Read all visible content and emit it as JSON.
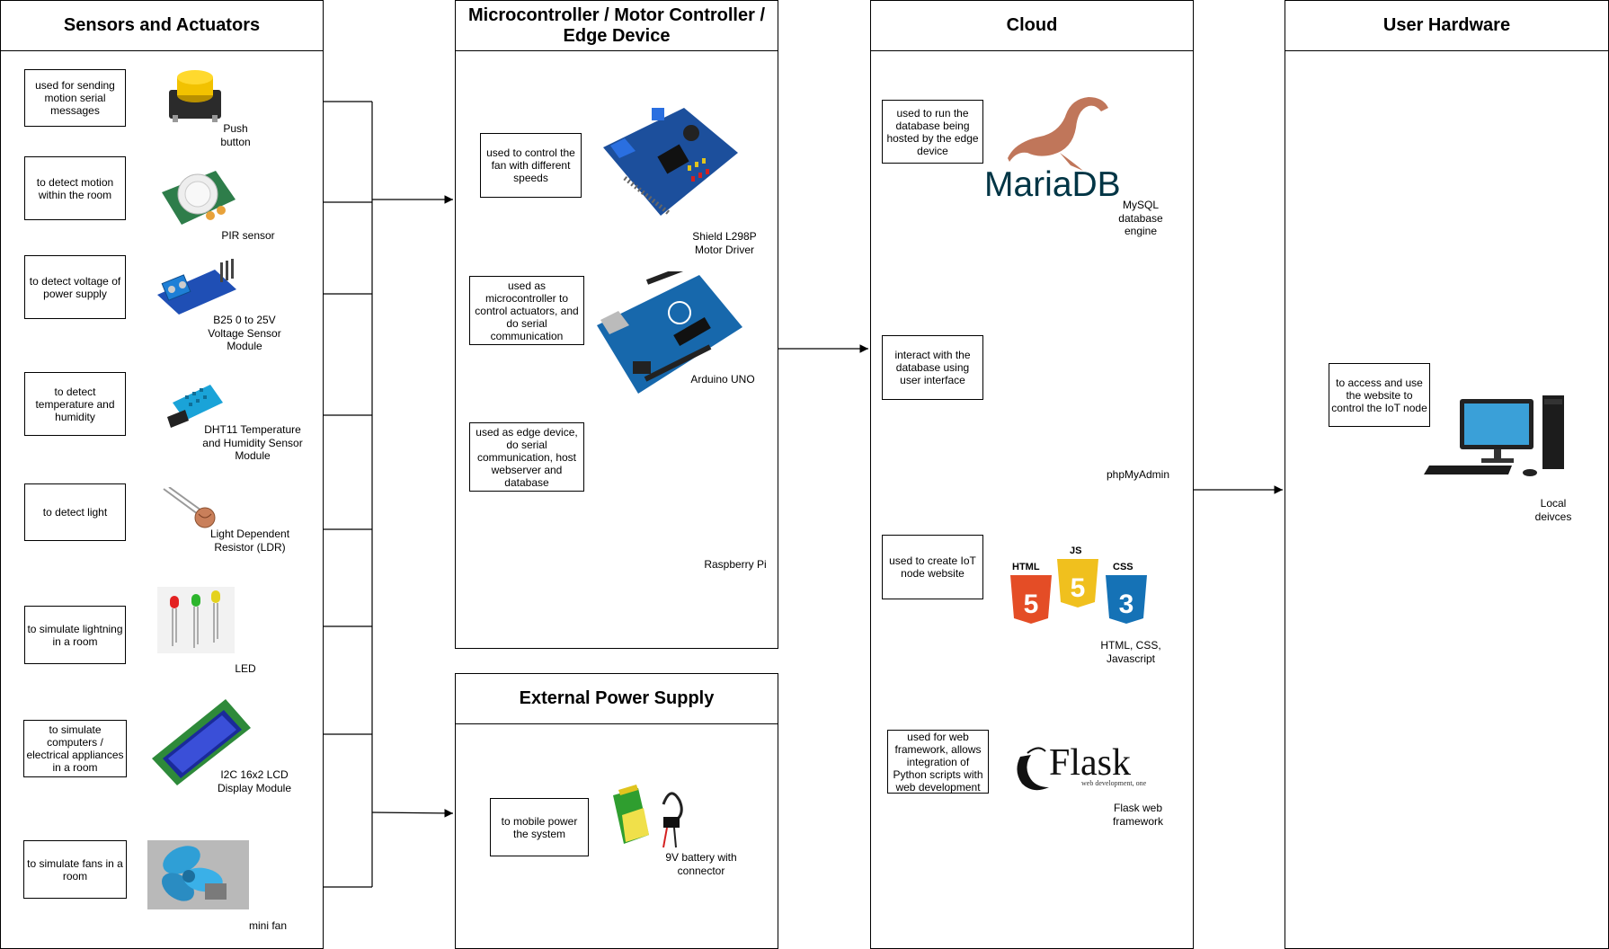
{
  "columns": {
    "sensors": "Sensors and Actuators",
    "micro": "Microcontroller / Motor Controller / Edge Device",
    "power": "External Power Supply",
    "cloud": "Cloud",
    "user": "User Hardware"
  },
  "sensors": [
    {
      "note": "used for sending motion serial messages",
      "caption": "Push button",
      "icon": "push-button-icon"
    },
    {
      "note": "to detect motion within the room",
      "caption": "PIR sensor",
      "icon": "pir-sensor-icon"
    },
    {
      "note": "to detect voltage of power supply",
      "caption": "B25 0 to 25V Voltage Sensor Module",
      "icon": "voltage-sensor-icon"
    },
    {
      "note": "to detect temperature and humidity",
      "caption": "DHT11 Temperature and Humidity Sensor Module",
      "icon": "dht11-icon"
    },
    {
      "note": "to detect light",
      "caption": "Light Dependent Resistor (LDR)",
      "icon": "ldr-icon"
    },
    {
      "note": "to simulate lightning in a room",
      "caption": "LED",
      "icon": "led-icon"
    },
    {
      "note": "to simulate computers / electrical appliances in a room",
      "caption": "I2C 16x2 LCD Display Module",
      "icon": "lcd-icon"
    },
    {
      "note": "to simulate fans in a room",
      "caption": "mini fan",
      "icon": "fan-icon"
    }
  ],
  "micro": [
    {
      "note": "used to control the fan with different speeds",
      "caption": "Shield L298P Motor Driver",
      "icon": "motor-shield-icon"
    },
    {
      "note": "used as microcontroller to control actuators, and do serial communication",
      "caption": "Arduino UNO",
      "icon": "arduino-icon"
    },
    {
      "note": "used as edge device, do serial communication, host webserver and database",
      "caption": "Raspberry Pi",
      "icon": "raspberry-pi-icon"
    }
  ],
  "power": {
    "note": "to mobile power the system",
    "caption": "9V battery with connector",
    "icon": "battery-icon"
  },
  "cloud": [
    {
      "note": "used to run the database being hosted by the edge device",
      "caption": "MySQL database engine",
      "icon": "mariadb-logo-icon",
      "logo": "MariaDB"
    },
    {
      "note": "interact with the database using user interface",
      "caption": "phpMyAdmin"
    },
    {
      "note": "used to create IoT node website",
      "caption": "HTML, CSS, Javascript",
      "icon": "html-css-js-logo-icon",
      "logos": [
        "HTML",
        "JS",
        "CSS"
      ]
    },
    {
      "note": "used for web framework, allows integration of Python scripts with web development",
      "caption": "Flask web framework",
      "icon": "flask-logo-icon",
      "logo": "Flask",
      "tagline": "web development, one drop at a time"
    }
  ],
  "user": {
    "note": "to access and use the website to control the IoT node",
    "caption": "Local deivces",
    "icon": "desktop-computer-icon"
  },
  "colors": {
    "line": "#000000",
    "mariadb": "#003545",
    "seal": "#c0765a",
    "html": "#e44d26",
    "js": "#f0db4f",
    "css": "#1572b6",
    "board": "#1c4f9c"
  }
}
